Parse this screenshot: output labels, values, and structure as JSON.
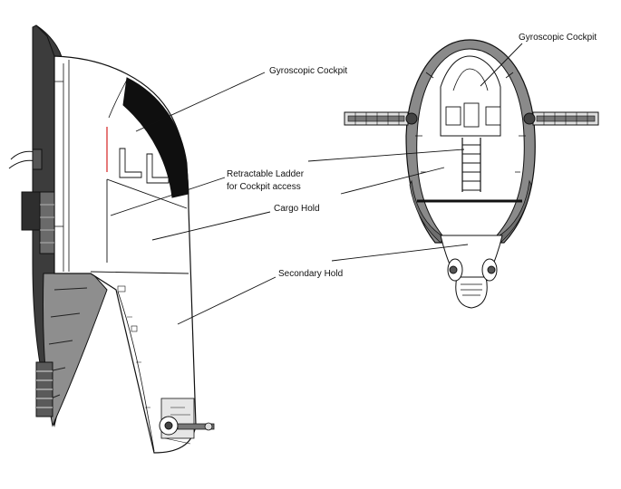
{
  "labels": {
    "gyroscopic_cockpit_side": "Gyroscopic Cockpit",
    "retractable_ladder_line1": "Retractable Ladder",
    "retractable_ladder_line2": "for Cockpit access",
    "cargo_hold": "Cargo Hold",
    "secondary_hold": "Secondary Hold",
    "gyroscopic_cockpit_top": "Gyroscopic Cockpit"
  },
  "colors": {
    "ink": "#111111",
    "hull_dark": "#3a3a3a",
    "hull_mid": "#8c8c8c",
    "hull_light": "#d4d4d4",
    "accent_red": "#d42020"
  }
}
